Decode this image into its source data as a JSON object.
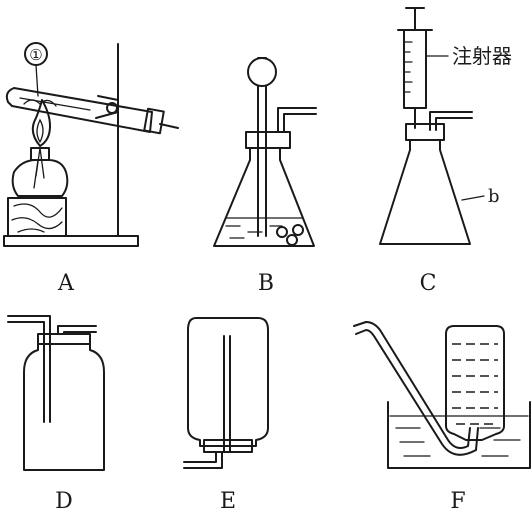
{
  "labels": {
    "A": "A",
    "B": "B",
    "C": "C",
    "D": "D",
    "E": "E",
    "F": "F"
  },
  "annotations": {
    "circle_one": "①",
    "syringe": "注射器",
    "b": "b"
  }
}
